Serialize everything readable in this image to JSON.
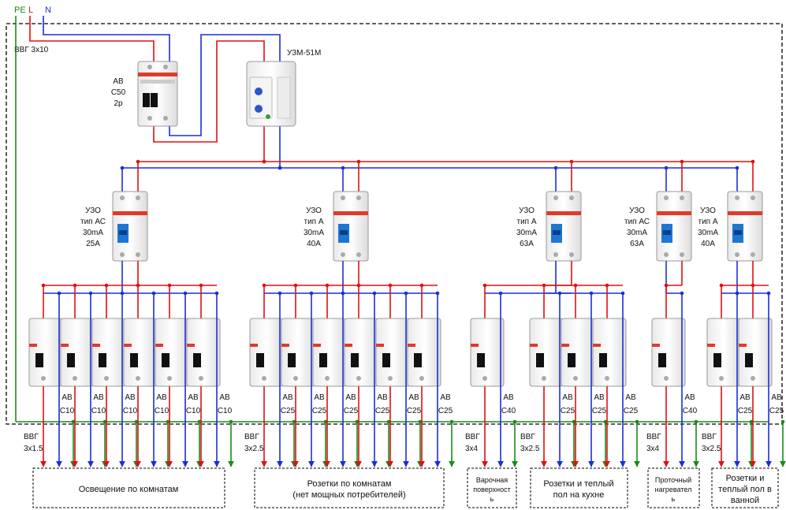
{
  "colors": {
    "pe": "#1a8a1a",
    "l": "#e01010",
    "n": "#1b2fd6",
    "border": "#000000"
  },
  "header": {
    "pe": "PE",
    "l": "L",
    "n": "N",
    "cable": "ВВГ 3х10"
  },
  "main_breaker": {
    "lines": [
      "АВ",
      "С50",
      "2р"
    ]
  },
  "relay": {
    "label": "УЗМ-51М"
  },
  "rcds": [
    {
      "lines": [
        "УЗО",
        "тип АС",
        "30mA",
        "25A"
      ]
    },
    {
      "lines": [
        "УЗО",
        "тип А",
        "30mA",
        "40A"
      ]
    },
    {
      "lines": [
        "УЗО",
        "тип А",
        "30mA",
        "63A"
      ]
    },
    {
      "lines": [
        "УЗО",
        "тип АС",
        "30mA",
        "63A"
      ]
    },
    {
      "lines": [
        "УЗО",
        "тип А",
        "30mA",
        "40A"
      ]
    }
  ],
  "breakers": [
    {
      "ab": "АВ",
      "rating": "С10"
    },
    {
      "ab": "АВ",
      "rating": "С10"
    },
    {
      "ab": "АВ",
      "rating": "С10"
    },
    {
      "ab": "АВ",
      "rating": "С10"
    },
    {
      "ab": "АВ",
      "rating": "С10"
    },
    {
      "ab": "АВ",
      "rating": "С10"
    },
    {
      "ab": "АВ",
      "rating": "С25"
    },
    {
      "ab": "АВ",
      "rating": "С25"
    },
    {
      "ab": "АВ",
      "rating": "С25"
    },
    {
      "ab": "АВ",
      "rating": "С25"
    },
    {
      "ab": "АВ",
      "rating": "С25"
    },
    {
      "ab": "АВ",
      "rating": "С25"
    },
    {
      "ab": "АВ",
      "rating": "С40"
    },
    {
      "ab": "АВ",
      "rating": "С25"
    },
    {
      "ab": "АВ",
      "rating": "С25"
    },
    {
      "ab": "АВ",
      "rating": "С25"
    },
    {
      "ab": "АВ",
      "rating": "С40"
    },
    {
      "ab": "АВ",
      "rating": "С25"
    },
    {
      "ab": "АВ",
      "rating": "С25"
    }
  ],
  "cables": [
    {
      "lines": [
        "ВВГ",
        "3х1.5"
      ]
    },
    {
      "lines": [
        "ВВГ",
        "3х2.5"
      ]
    },
    {
      "lines": [
        "ВВГ",
        "3х4"
      ]
    },
    {
      "lines": [
        "ВВГ",
        "3х2.5"
      ]
    },
    {
      "lines": [
        "ВВГ",
        "3х4"
      ]
    },
    {
      "lines": [
        "ВВГ",
        "3х2.5"
      ]
    }
  ],
  "loads": [
    {
      "lines": [
        "Освещение по комнатам"
      ]
    },
    {
      "lines": [
        "Розетки по комнатам",
        "(нет мощных потребителей)"
      ]
    },
    {
      "lines": [
        "Варочная",
        "поверхност",
        "ь"
      ]
    },
    {
      "lines": [
        "Розетки и  теплый",
        "пол на кухне"
      ]
    },
    {
      "lines": [
        "Проточный",
        "нагревател",
        "ь"
      ]
    },
    {
      "lines": [
        "Розетки и",
        "теплый пол в",
        "ванной"
      ]
    }
  ]
}
